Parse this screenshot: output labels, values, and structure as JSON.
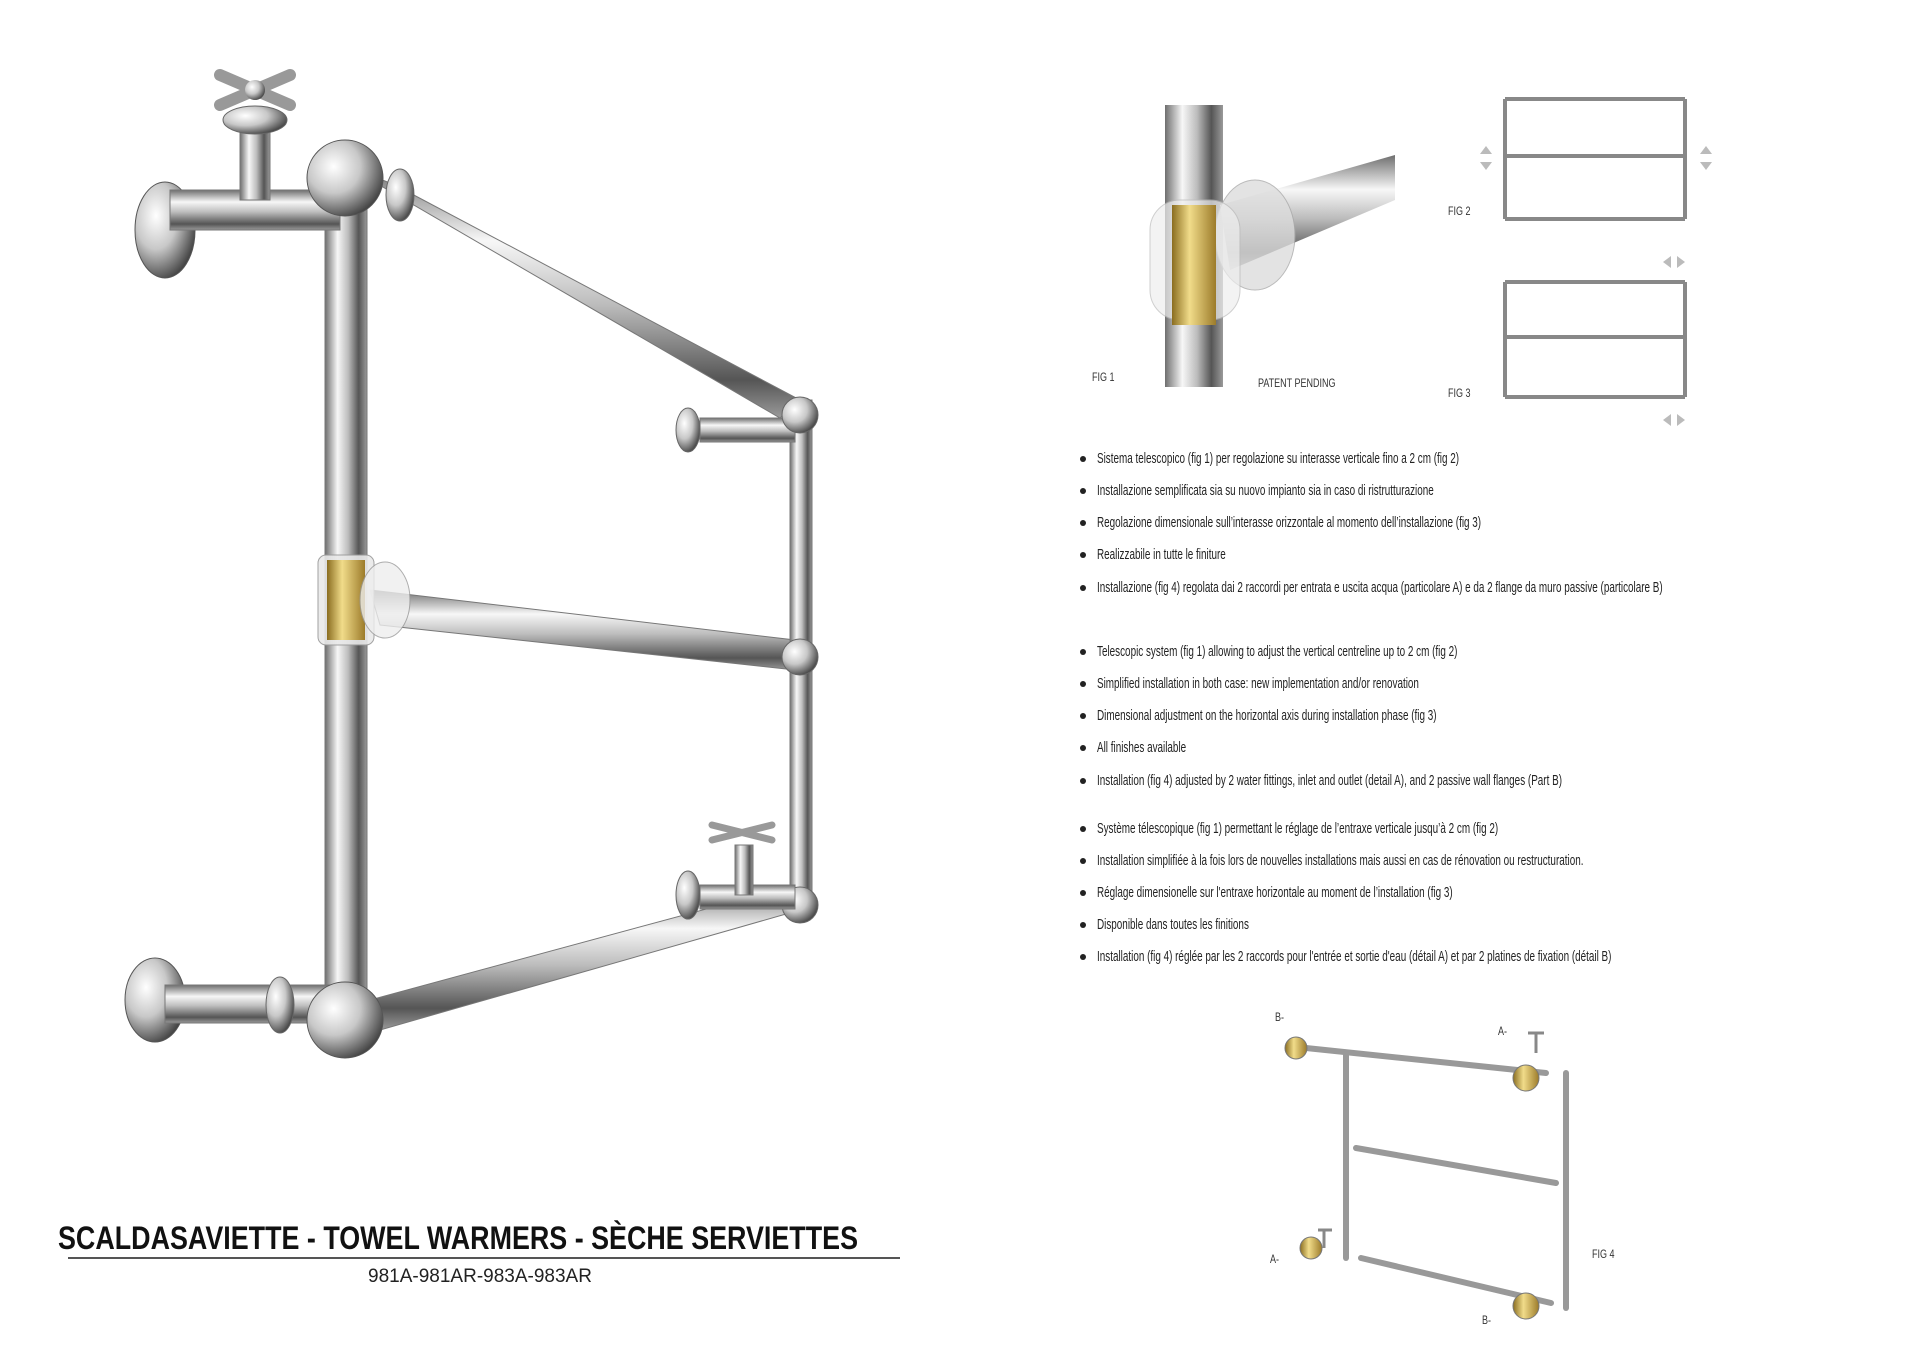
{
  "title": "SCALDASAVIETTE - TOWEL WARMERS - SÈCHE SERVIETTES",
  "model_codes": "981A-981AR-983A-983AR",
  "figures": {
    "fig1": {
      "label": "FIG 1",
      "note": "PATENT PENDING"
    },
    "fig2": {
      "label": "FIG 2"
    },
    "fig3": {
      "label": "FIG 3"
    },
    "fig4": {
      "label": "FIG 4",
      "callouts": [
        "B-",
        "A-",
        "A-",
        "B-"
      ]
    }
  },
  "features": {
    "italian": [
      "Sistema telescopico (fig 1) per regolazione su interasse verticale fino a 2 cm (fig 2)",
      "Installazione semplificata sia su nuovo impianto sia in caso di ristrutturazione",
      "Regolazione dimensionale sull’interasse orizzontale al momento dell’installazione (fig 3)",
      "Realizzabile in tutte le finiture",
      "Installazione (fig 4) regolata dai 2 raccordi per entrata e uscita acqua (particolare A) e da 2 flange da muro passive (particolare B)"
    ],
    "english": [
      "Telescopic system (fig 1) allowing to adjust the vertical centreline up to 2 cm (fig 2)",
      "Simplified installation in both case: new implementation and/or renovation",
      "Dimensional adjustment on the horizontal axis during installation phase (fig 3)",
      "All finishes available",
      "Installation (fig 4) adjusted by 2 water fittings, inlet and outlet (detail A), and 2 passive wall flanges (Part B)"
    ],
    "french": [
      "Système télescopique (fig 1) permettant le réglage de l’entraxe verticale jusqu’à 2 cm (fig 2)",
      "Installation simplifiée à la fois lors de nouvelles installations mais aussi en cas de rénovation ou restructuration.",
      "Réglage dimensionelle sur l'entraxe horizontale au moment de l’installation (fig 3)",
      "Disponible dans toutes les finitions",
      "Installation (fig 4) réglée par les 2 raccords pour l'entrée et sortie d'eau (détail A) et par 2 platines de fixation (détail B)"
    ]
  },
  "colors": {
    "chrome_light": "#f4f4f4",
    "chrome_dark": "#7a7a7a",
    "brass": "#c9a848"
  }
}
